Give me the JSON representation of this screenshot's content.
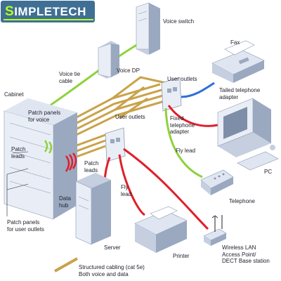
{
  "logo": {
    "text": "SIMPLETECH"
  },
  "labels": {
    "voice_switch": "Voice switch",
    "fax": "Fax",
    "voice_tie_cable": "Voice tie\ncable",
    "voice_dp": "Voice DP",
    "user_outlets_top": "User outlets",
    "tailed_adapter": "Tailed telephone\nadapter",
    "cabinet": "Cabinet",
    "patch_panels_voice": "Patch panels\nfor voice",
    "user_outlets_mid": "User outlets",
    "fixed_adapter": "Fixed\ntelephone\nadapter",
    "patch_leads_left": "Patch\nleads",
    "fly_lead_right": "Fly lead",
    "patch_leads_mid": "Patch\nleads",
    "pc": "PC",
    "fly_lead_mid": "Fly\nlead",
    "data_hub": "Data\nhub",
    "telephone": "Telephone",
    "patch_panels_users": "Patch panels\nfor user outlets",
    "server": "Server",
    "wireless": "Wireless LAN\nAccess Point/\nDECT Base station",
    "printer": "Printer",
    "legend_cabling": "Structured cabling (cat 5e)\nBoth voice and data"
  },
  "colors": {
    "cable_tan": "#c9a24a",
    "cable_green": "#8fd13c",
    "cable_red": "#e01f2b",
    "cable_blue": "#2e6fd9",
    "device_light": "#e9eef6",
    "device_mid": "#c5cfe0",
    "device_dark": "#9aa8c0",
    "logo_bg": "#3f6f94",
    "logo_accent": "#b6ff1f"
  }
}
